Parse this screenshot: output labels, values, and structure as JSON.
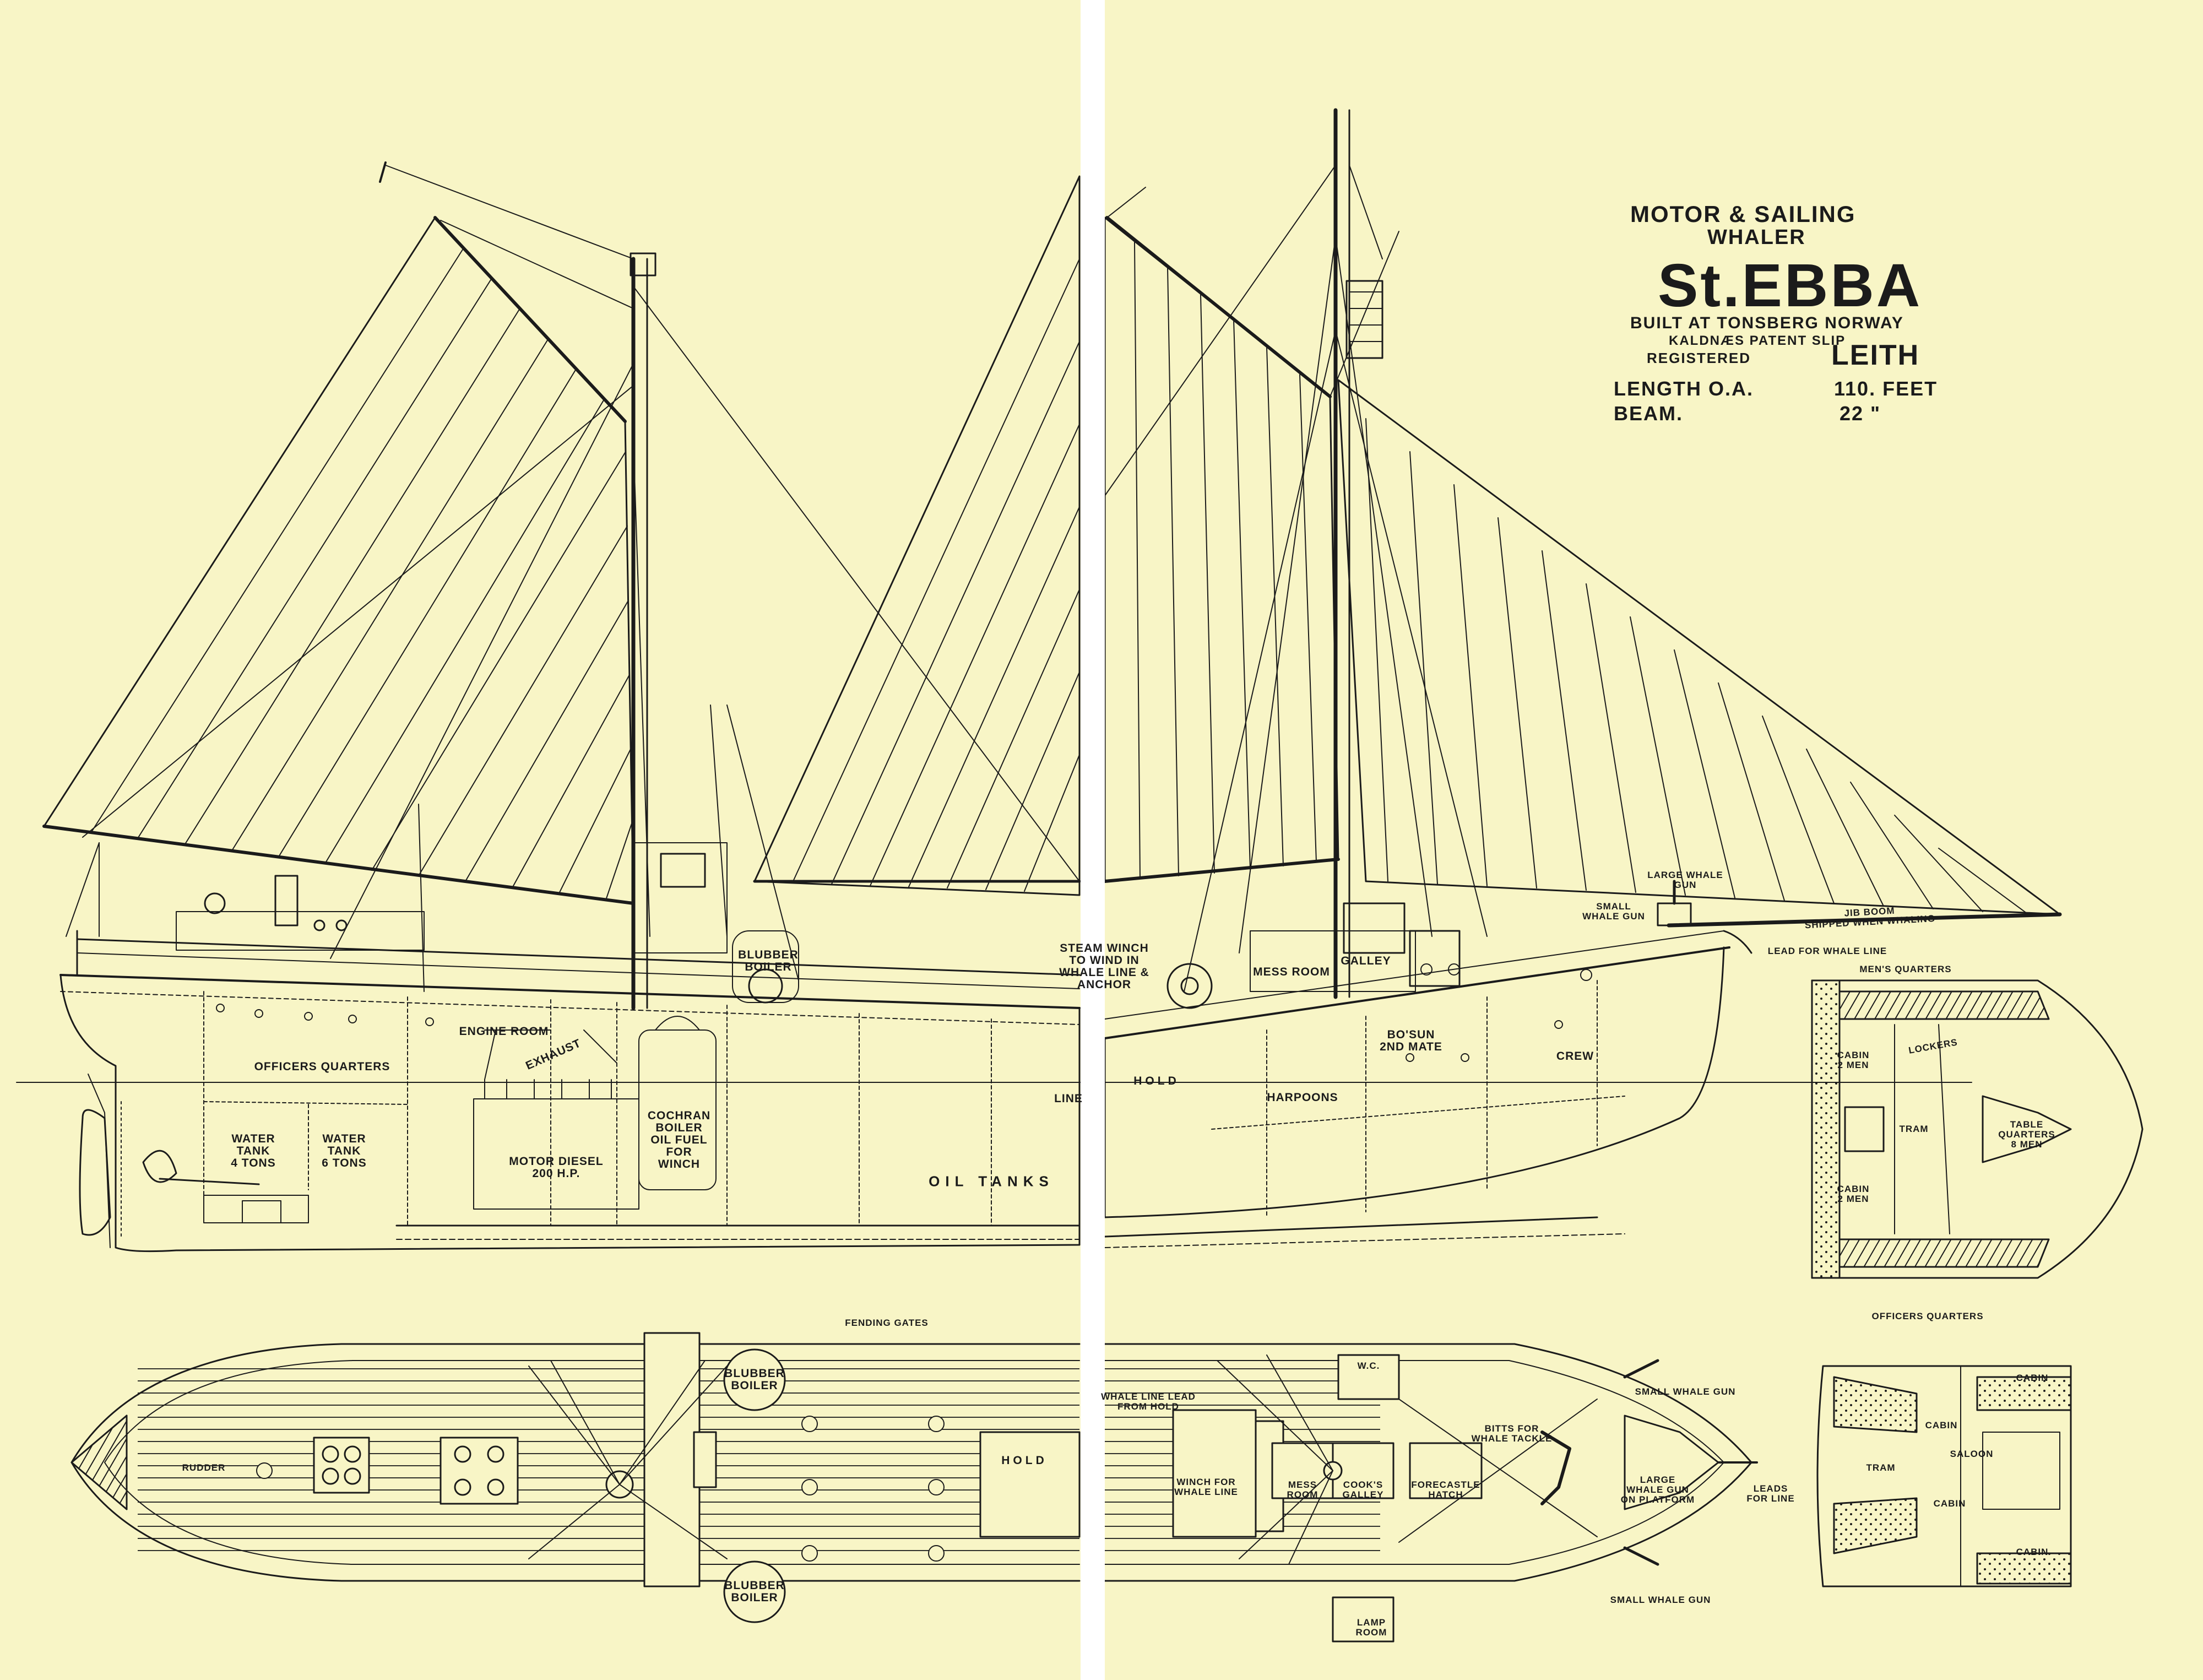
{
  "title_block": {
    "line1": "MOTOR & SAILING",
    "line2": "WHALER",
    "name": "St.EBBA",
    "built": "BUILT AT TONSBERG NORWAY",
    "patent": "KALDNÆS PATENT SLIP",
    "registered_label": "REGISTERED",
    "registered_port": "LEITH",
    "length_label": "LENGTH O.A.",
    "length_value": "110. FEET",
    "beam_label": "BEAM.",
    "beam_value": "22 \""
  },
  "profile_labels": {
    "engine_room": "ENGINE ROOM",
    "officers_quarters": "OFFICERS QUARTERS",
    "exhaust": "EXHAUST",
    "water_tank_4": "WATER\nTANK\n4 TONS",
    "water_tank_6": "WATER\nTANK\n6 TONS",
    "motor_diesel": "MOTOR DIESEL\n200 H.P.",
    "cochran": "COCHRAN\nBOILER\nOIL FUEL\nFOR\nWINCH",
    "blubber_boiler": "BLUBBER\nBOILER",
    "oil_tanks": "OIL TANKS",
    "steam_winch": "STEAM WINCH\nTO WIND IN\nWHALE LINE &\nANCHOR",
    "line": "LINE",
    "hold": "HOLD",
    "harpoons": "HARPOONS",
    "bosun": "BO'SUN\n2ND MATE",
    "crew": "CREW",
    "mess_room": "MESS ROOM",
    "galley": "GALLEY",
    "small_whale_gun": "SMALL\nWHALE GUN",
    "large_whale_gun": "LARGE WHALE\nGUN",
    "jib_boom": "JIB BOOM\nSHIPPED WHEN WHALING",
    "lead_whale_line": "LEAD FOR WHALE LINE"
  },
  "plan_labels": {
    "fending_gates": "FENDING GATES",
    "blubber_boiler_1": "BLUBBER\nBOILER",
    "blubber_boiler_2": "BLUBBER\nBOILER",
    "hold": "HOLD",
    "whale_line_lead": "WHALE LINE LEAD\nFROM HOLD",
    "winch_for_whale_line": "WINCH FOR\nWHALE LINE",
    "wc": "W.C.",
    "bitts": "BITTS FOR\nWHALE TACKLE",
    "mess_room": "MESS\nROOM",
    "cooks_galley": "COOK'S\nGALLEY",
    "forecastle_hatch": "FORECASTLE\nHATCH",
    "large_whale_gun": "LARGE\nWHALE GUN\nON PLATFORM",
    "leads_for_line": "LEADS\nFOR LINE",
    "small_whale_gun_top": "SMALL WHALE GUN",
    "small_whale_gun_bottom": "SMALL WHALE GUN",
    "lamp_room": "LAMP\nROOM",
    "rudder": "RUDDER"
  },
  "mens_quarters": {
    "title": "MEN'S QUARTERS",
    "lockers": "LOCKERS",
    "cabin_top": "CABIN\n2 MEN",
    "cabin_bottom": "CABIN\n2 MEN",
    "table": "TABLE\nQUARTERS\n8 MEN",
    "tram": "TRAM"
  },
  "officers_plan": {
    "title": "OFFICERS QUARTERS",
    "cabin1": "CABIN",
    "cabin2": "CABIN",
    "saloon": "SALOON",
    "cabin3": "CABIN",
    "cabin4": "CABIN",
    "tram": "TRAM"
  }
}
